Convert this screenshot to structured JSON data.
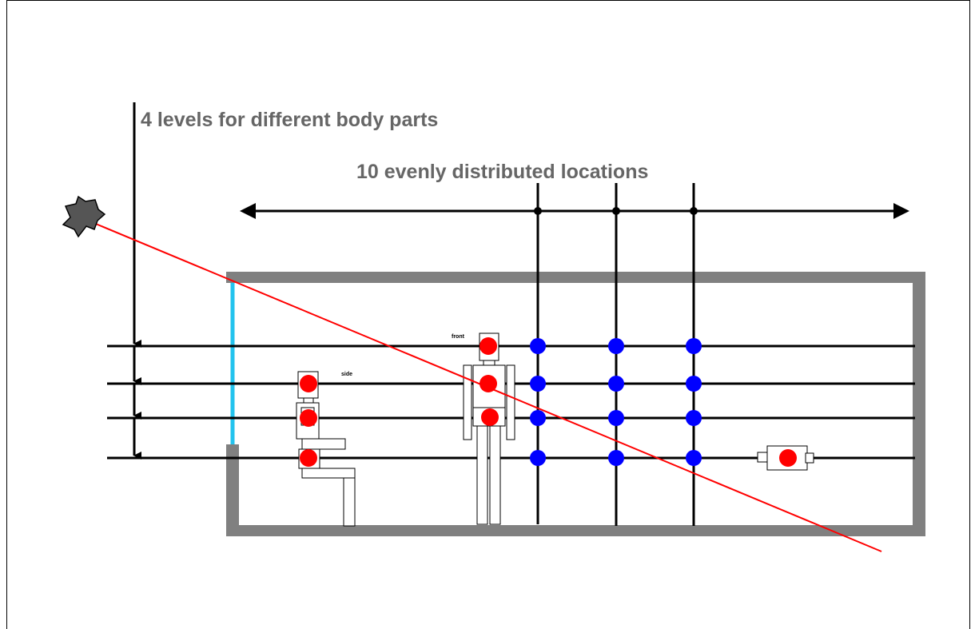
{
  "labels": {
    "levels": "4 levels for different body parts",
    "locations": "10 evenly distributed locations",
    "front": "front",
    "side": "side"
  },
  "colors": {
    "wall": "#808080",
    "window": "#22c3ee",
    "ray": "#ff0000",
    "sensor": "#0000ff",
    "body_point": "#ff0000",
    "title_text": "#666666",
    "lamp": "#555555"
  },
  "icons": {
    "light_source": "light-source-icon"
  },
  "counts": {
    "levels": 4,
    "locations": 10
  }
}
